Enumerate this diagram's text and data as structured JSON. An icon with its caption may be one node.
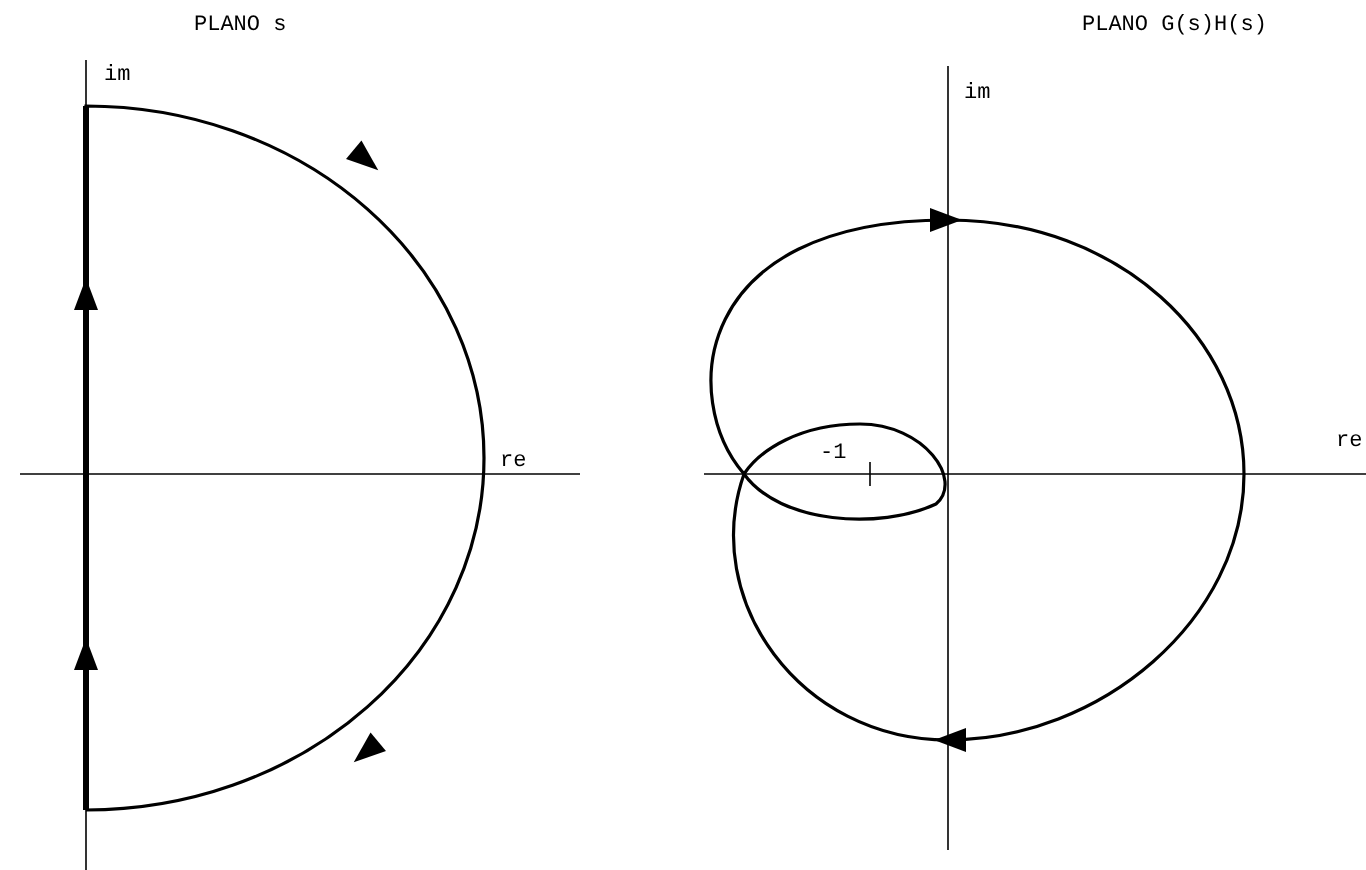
{
  "diagram": {
    "labels": [
      "PLANO s",
      "PLANO G(s)H(s)",
      "im",
      "im",
      "re",
      "re",
      "-1"
    ]
  }
}
